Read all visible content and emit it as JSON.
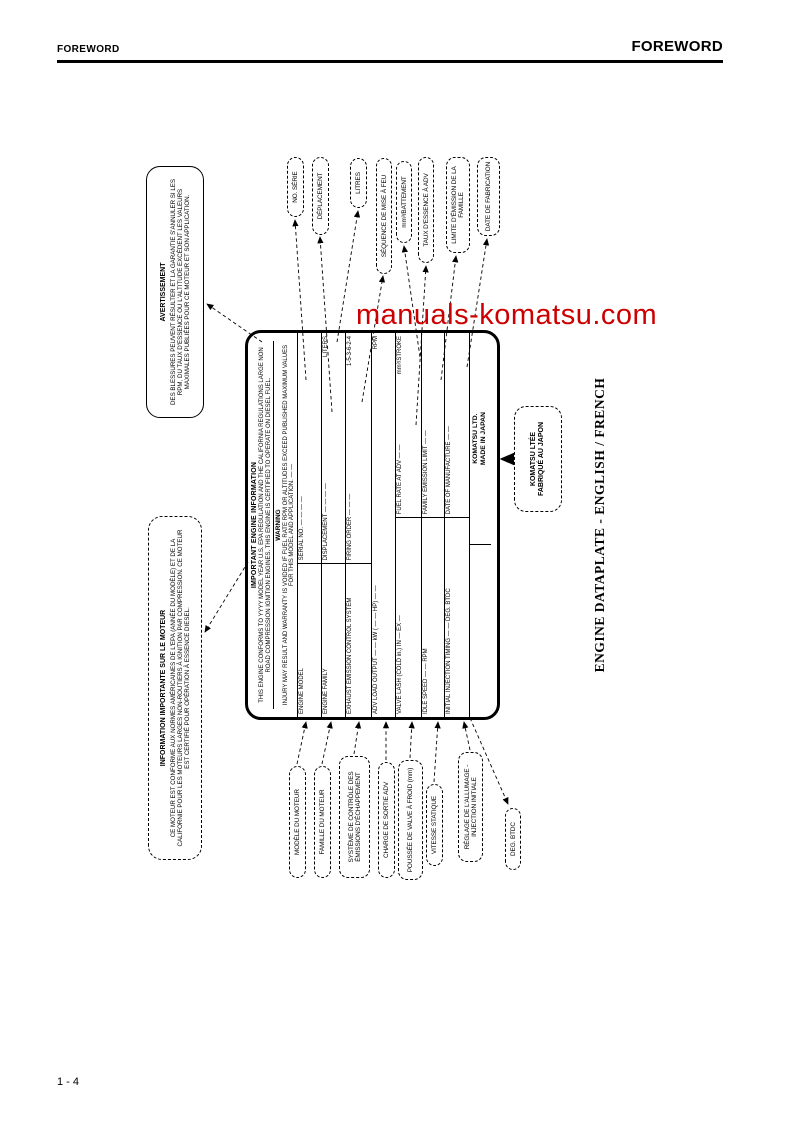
{
  "header": {
    "left": "FOREWORD",
    "right": "FOREWORD"
  },
  "footer": {
    "page": "1 - 4"
  },
  "watermark": "manuals-komatsu.com",
  "caption": "ENGINE DATAPLATE - ENGLISH / FRENCH",
  "colors": {
    "watermark": "#cc0000",
    "ink": "#000000"
  },
  "plate": {
    "title": "IMPORTANT ENGINE INFORMATION",
    "intro": "THIS ENGINE CONFORMS TO YYYY MODEL YEAR U.S. EPA REGULATION AND THE CALIFORNIA REGULATIONS LARGE NON ROAD COMPRESSION IGNITION ENGINES. THIS ENGINE IS CERTIFIED TO OPERATE ON DIESEL FUEL.",
    "warning_title": "WARNING",
    "warning_text": "INJURY MAY RESULT AND WARRANTY IS VOIDED IF FUEL RATE RPM OR ALTITUDES EXCEED PUBLISHED MAXIMUM VALUES FOR THIS MODEL AND APPLICATION. — —",
    "rows": {
      "r1": {
        "label": "ENGINE MODEL",
        "value": "SERIAL NO. — — — —",
        "end": ""
      },
      "r2": {
        "label": "ENGINE FAMILY",
        "value": "DISPLACEMENT — — — —",
        "end": "LITERS"
      },
      "r3": {
        "label": "EXHAUST EMISSION CONTROL SYSTEM",
        "value": "FIRING ORDER — — —",
        "end": "1-5-3-6-2-4"
      },
      "r4": {
        "label": "ADV LOAD OUTPUT — — kW ( — — HP) — —",
        "end": "RPM"
      },
      "r5": {
        "label": "VALVE LASH (COLD in.) IN — EX —",
        "value": "FUEL RATE AT ADV — —",
        "end": "mm³/STROKE"
      },
      "r6": {
        "label": "IDLE SPEED — — RPM",
        "value": "FAMILY EMISSION LIMIT — —",
        "end": ""
      },
      "r7": {
        "label": "INITIAL INJECTION TIMING — — DEG. BTDC",
        "value": "DATE OF MANUFACTURE — —",
        "end": ""
      }
    },
    "maker": {
      "line1": "KOMATSU LTD.",
      "line2": "MADE IN JAPAN"
    }
  },
  "callouts": {
    "avertissement": {
      "title": "AVERTISSEMENT",
      "text": "DES BLESSURES PEUVENT RÉSULTER ET LA GARANTIE S'ANNULER SI LES RPM, DU TAUX D'ESSENCE OU L'ALTITUDE EXCÈDENT LES VALEURS MAXIMALES PUBLIÉES POUR CE MOTEUR ET SON APPLICATION."
    },
    "information": {
      "title": "INFORMATION IMPORTANTE SUR LE MOTEUR",
      "text": "CE MOTEUR EST CONFORME AUX NORMES AMÉRICAINES DE L'EPA (ANNÉE DU MODÈLE) ET DE LA CALIFORNIE POUR LES MOTEURS LARGES NON-ROUTIERS À IGNITION PAR COMPRESSION. CE MOTEUR EST CERTIFIÉ POUR OPÉRATION À ESSENCE DIESEL."
    },
    "komatsu": {
      "line1": "KOMATSU LTÉE",
      "line2": "FABRIQUÉ AU JAPON"
    }
  },
  "labels_fr": {
    "left": [
      "MODÈLE DU MOTEUR",
      "FAMILLE DU MOTEUR",
      "SYSTÈME DE CONTRÔLE DES ÉMISSIONS D'ÉCHAPPEMENT",
      "CHARGE DE SORTIE ADV",
      "POUSSÉE DE VALVE À FROID (mm)",
      "VITESSE STATIQUE",
      "RÉGLAGE DE L'ALLUMAGE - INJECTION INITIALE",
      "DEG. BTDC"
    ],
    "right": [
      "NO. SÉRIE",
      "DÉPLACEMENT",
      "LITRES",
      "SÉQUENCE DE MISE À FEU",
      "mm³/BATTEMENT",
      "TAUX D'ESSENCE À ADV",
      "LIMITE D'ÉMISSION DE LA FAMILLE",
      "DATE DE FABRICATION"
    ]
  }
}
